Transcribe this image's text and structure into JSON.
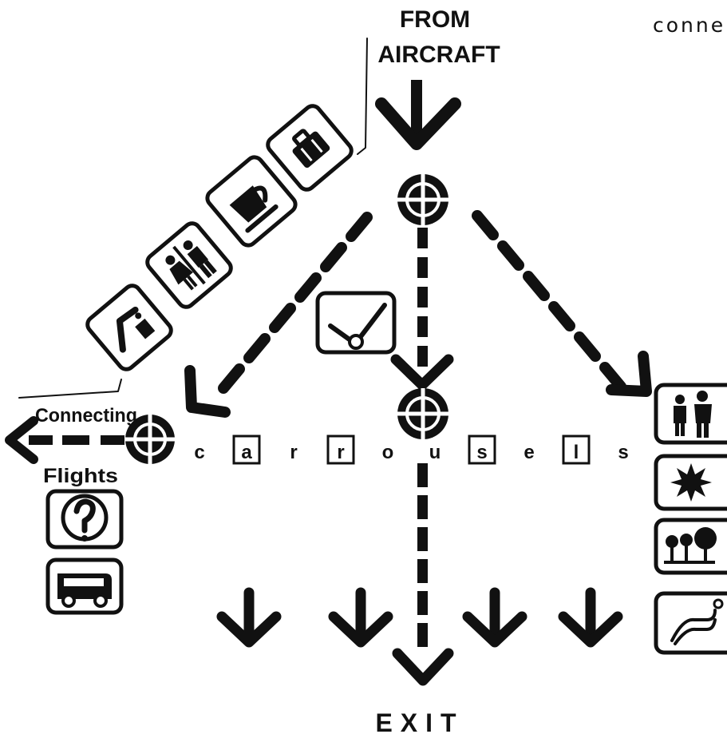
{
  "labels": {
    "from_line1": "FROM",
    "from_line2": "AIRCRAFT",
    "top_right_partial": "conne",
    "connecting_line1": "Connecting",
    "connecting_line2": "Flights",
    "exit": "EXIT"
  },
  "carousels": {
    "letters": [
      "c",
      "a",
      "r",
      "r",
      "o",
      "u",
      "s",
      "e",
      "l",
      "s"
    ],
    "boxed": [
      false,
      true,
      false,
      true,
      false,
      false,
      true,
      false,
      true,
      false
    ]
  },
  "icons": {
    "diagonal_sign_row": [
      "drinking-fountain-icon",
      "restrooms-icon",
      "coffee-shop-icon",
      "baggage-icon"
    ],
    "left_column": [
      "information-icon",
      "bus-icon"
    ],
    "right_column": [
      "meeting-point-icon",
      "starburst-icon",
      "trees-icon",
      "seating-icon"
    ],
    "center": [
      "clock-icon"
    ],
    "junction": "crosshair-circle-icon"
  },
  "colors": {
    "ink": "#111111",
    "background": "#ffffff"
  }
}
